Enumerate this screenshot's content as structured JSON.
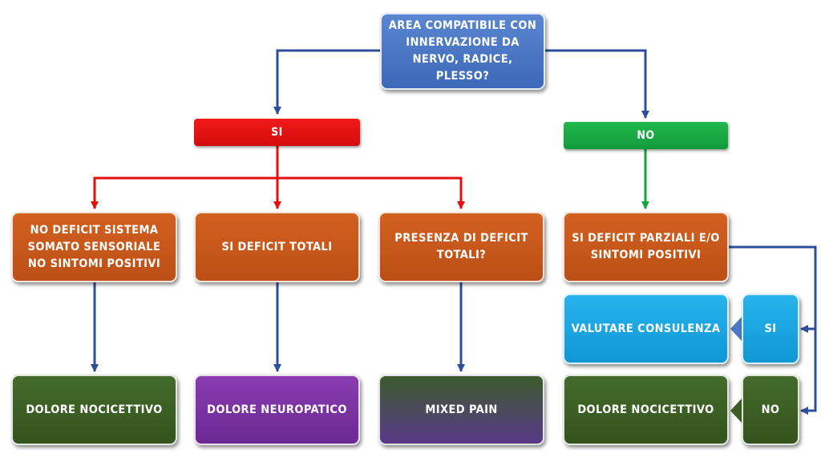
{
  "nodes": {
    "question": "AREA COMPATIBILE CON INNERVAZIONE DA NERVO, RADICE, PLESSO?",
    "si_bar": "SI",
    "no_bar": "NO",
    "no_deficit": "NO DEFICIT SISTEMA SOMATO SENSORIALE NO SINTOMI POSITIVI",
    "si_deficit_totali": "SI DEFICIT TOTALI",
    "presenza_deficit": "PRESENZA DI DEFICIT TOTALI?",
    "si_deficit_parziali": "SI DEFICIT PARZIALI E/O SINTOMI POSITIVI",
    "dolore_nocicettivo_1": "DOLORE NOCICETTIVO",
    "dolore_neuropatico": "DOLORE NEUROPATICO",
    "mixed_pain": "MIXED PAIN",
    "valutare_consulenza": "VALUTARE CONSULENZA",
    "si_small": "SI",
    "dolore_nocicettivo_2": "DOLORE NOCICETTIVO",
    "no_small": "NO"
  },
  "colors": {
    "blue_arrow": "#2e4d9a",
    "red_arrow": "#e30f0f",
    "green_arrow": "#14a43f",
    "question_box": "#4a78c4",
    "orange_box": "#c85719",
    "dark_green_box": "#3c5e24",
    "purple_box": "#7a32a2",
    "cyan_box": "#1ba5e2"
  }
}
